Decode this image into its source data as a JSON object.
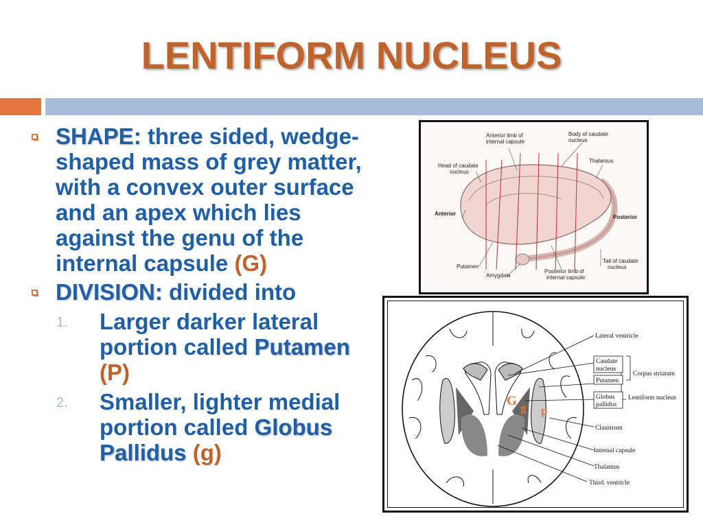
{
  "slide": {
    "title": "LENTIFORM NUCLEUS"
  },
  "shape": {
    "label": "SHAPE:",
    "text": " three sided, wedge-shaped mass of grey matter, with a convex outer surface and an apex which lies against the genu of the internal capsule ",
    "marker": "(G)"
  },
  "division": {
    "label": "DIVISION:",
    "text": " divided into",
    "items": [
      {
        "num": "1.",
        "text": "Larger darker lateral portion called ",
        "term": "Putamen",
        "marker": "(P)"
      },
      {
        "num": "2.",
        "text": "Smaller, lighter medial portion called ",
        "term": "Globus Pallidus",
        "marker": "(g)"
      }
    ]
  },
  "figure_top": {
    "labels": {
      "anterior_limb": [
        "Anterior limb of",
        "internal capsule"
      ],
      "body_caudate": [
        "Body of caudate",
        "nucleus"
      ],
      "head_caudate": [
        "Head of caudate",
        "nucleus"
      ],
      "thalamus": "Thalamus",
      "anterior": "Anterior",
      "posterior": "Posterior",
      "tail_caudate": [
        "Tail of caudate",
        "nucleus"
      ],
      "putamen": "Putamen",
      "amygdala": "Amygdala",
      "posterior_limb": [
        "Posterior limb of",
        "internal capsule"
      ]
    }
  },
  "figure_bottom": {
    "labels": {
      "lateral_ventricle": "Lateral ventricle",
      "caudate": [
        "Caudate",
        "nucleus"
      ],
      "corpus_striatum": "Corpus striatum",
      "putamen": "Putamen",
      "globus": [
        "Globus",
        "pallidus"
      ],
      "lentiform": "Lentiform nucleus",
      "claustrum": "Claustrum",
      "internal_capsule": "Internal capsule",
      "thalamus": "Thalamus",
      "third_ventricle": "Third. ventricle"
    },
    "markers": {
      "G": "G",
      "g": "g",
      "p": "p"
    }
  },
  "colors": {
    "title": "#c0622a",
    "text": "#1f5fa8",
    "accent": "#e2773e",
    "bar": "#a6bcd8"
  }
}
